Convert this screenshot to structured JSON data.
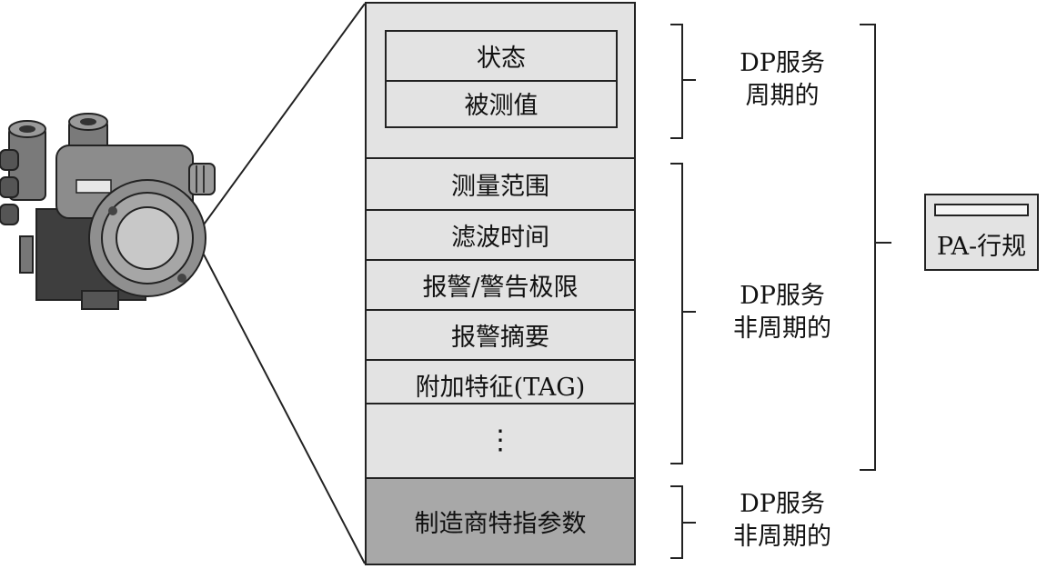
{
  "cyclic_items": [
    "状态",
    "被测值"
  ],
  "acyclic_items": [
    "测量范围",
    "滤波时间",
    "报警/警告极限",
    "报警摘要",
    "附加特征(TAG)"
  ],
  "ellipsis": "⋮",
  "manufacturer_item": "制造商特指参数",
  "labels": {
    "cyclic": [
      "DP服务",
      "周期的"
    ],
    "acyclic": [
      "DP服务",
      "非周期的"
    ],
    "manufacturer": [
      "DP服务",
      "非周期的"
    ]
  },
  "profile_label": "PA-行规"
}
